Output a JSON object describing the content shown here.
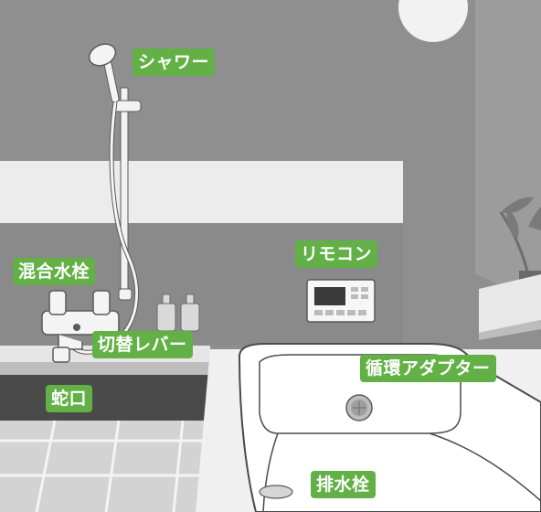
{
  "labels": {
    "shower": "シャワー",
    "mixer_faucet": "混合水栓",
    "remote": "リモコン",
    "switch_lever": "切替レバー",
    "circulation_adapter": "循環アダプター",
    "spout": "蛇口",
    "drain_plug": "排水栓"
  },
  "colors": {
    "label_bg": "#62b046",
    "label_text": "#ffffff",
    "wall": "#8c8c8c",
    "wall_light": "#a6a6a6",
    "panel_band": "#ececec",
    "ledge_dark": "#4a4a4a",
    "floor": "#cfcfcf",
    "tub": "#ffffff"
  }
}
